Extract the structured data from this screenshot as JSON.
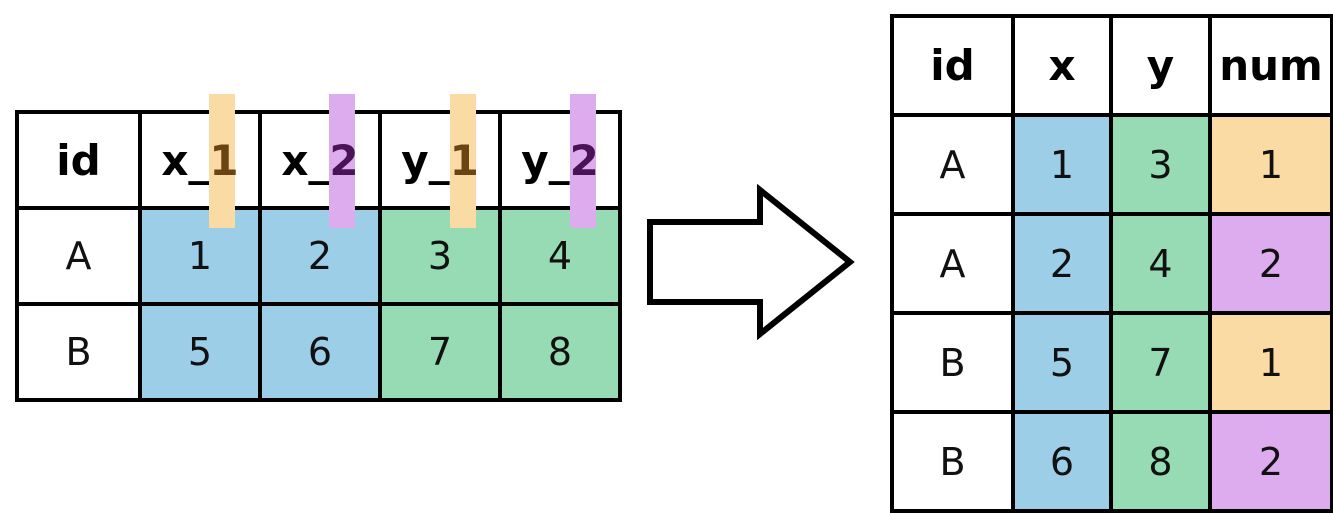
{
  "diagram": {
    "title": "pivot-longer-transformation",
    "arrow": {
      "name": "transform-arrow",
      "direction": "right"
    },
    "colors": {
      "blue": "#9dcee8",
      "green": "#96dbb4",
      "orange": "#fadba4",
      "purple": "#ddacee",
      "orange_text": "#6b4414",
      "purple_text": "#4a1356",
      "border": "#000000",
      "background": "#ffffff"
    }
  },
  "wide_table": {
    "name": "wide-table",
    "headers": [
      {
        "text": "id",
        "base": "id",
        "suffix": "",
        "highlight": "none"
      },
      {
        "text": "x_1",
        "base": "x_",
        "suffix": "1",
        "highlight": "orange"
      },
      {
        "text": "x_2",
        "base": "x_",
        "suffix": "2",
        "highlight": "purple"
      },
      {
        "text": "y_1",
        "base": "y_",
        "suffix": "1",
        "highlight": "orange"
      },
      {
        "text": "y_2",
        "base": "y_",
        "suffix": "2",
        "highlight": "purple"
      }
    ],
    "rows": [
      {
        "cells": [
          {
            "value": "A",
            "fill": "white"
          },
          {
            "value": "1",
            "fill": "blue"
          },
          {
            "value": "2",
            "fill": "blue"
          },
          {
            "value": "3",
            "fill": "green"
          },
          {
            "value": "4",
            "fill": "green"
          }
        ]
      },
      {
        "cells": [
          {
            "value": "B",
            "fill": "white"
          },
          {
            "value": "5",
            "fill": "blue"
          },
          {
            "value": "6",
            "fill": "blue"
          },
          {
            "value": "7",
            "fill": "green"
          },
          {
            "value": "8",
            "fill": "green"
          }
        ]
      }
    ]
  },
  "long_table": {
    "name": "long-table",
    "headers": [
      {
        "text": "id"
      },
      {
        "text": "x"
      },
      {
        "text": "y"
      },
      {
        "text": "num"
      }
    ],
    "rows": [
      {
        "cells": [
          {
            "value": "A",
            "fill": "white"
          },
          {
            "value": "1",
            "fill": "blue"
          },
          {
            "value": "3",
            "fill": "green"
          },
          {
            "value": "1",
            "fill": "orange"
          }
        ]
      },
      {
        "cells": [
          {
            "value": "A",
            "fill": "white"
          },
          {
            "value": "2",
            "fill": "blue"
          },
          {
            "value": "4",
            "fill": "green"
          },
          {
            "value": "2",
            "fill": "purple"
          }
        ]
      },
      {
        "cells": [
          {
            "value": "B",
            "fill": "white"
          },
          {
            "value": "5",
            "fill": "blue"
          },
          {
            "value": "7",
            "fill": "green"
          },
          {
            "value": "1",
            "fill": "orange"
          }
        ]
      },
      {
        "cells": [
          {
            "value": "B",
            "fill": "white"
          },
          {
            "value": "6",
            "fill": "blue"
          },
          {
            "value": "8",
            "fill": "green"
          },
          {
            "value": "2",
            "fill": "purple"
          }
        ]
      }
    ]
  }
}
